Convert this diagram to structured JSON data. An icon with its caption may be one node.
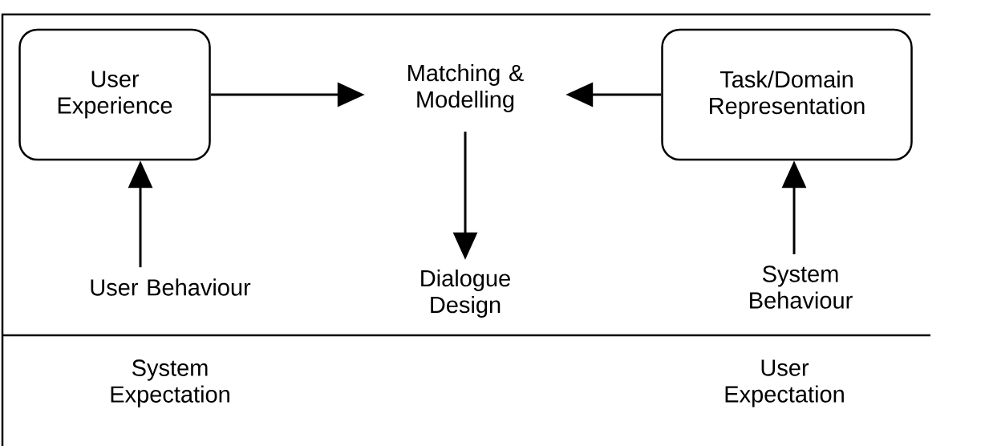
{
  "diagram": {
    "nodes": [
      {
        "text": [
          "User Experience"
        ]
      },
      {
        "text": [
          "Matching & Modelling"
        ]
      },
      {
        "text": [
          "Task/Domain Representation"
        ]
      },
      {
        "text": [
          "Dialogue Design"
        ]
      },
      {
        "text": [
          "User Behaviour"
        ]
      },
      {
        "text": [
          "System Behaviour"
        ]
      }
    ],
    "edges": [
      {
        "from": 0,
        "to": 1,
        "arrow": "to"
      },
      {
        "from": 2,
        "to": 1,
        "arrow": "to"
      },
      {
        "from": 1,
        "to": 3,
        "arrow": "to"
      },
      {
        "from": 4,
        "to": 0,
        "arrow": "to"
      },
      {
        "from": 5,
        "to": 2,
        "arrow": "to"
      }
    ],
    "labels": [
      "System Expectation",
      "User Expectation"
    ]
  }
}
